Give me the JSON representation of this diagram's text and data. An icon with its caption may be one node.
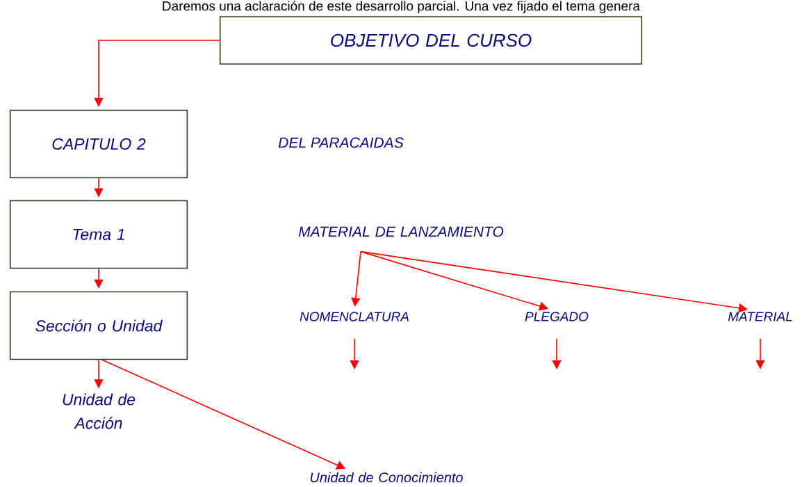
{
  "diagram": {
    "nodes": [
      {
        "text": [
          "OBJETIVO DEL CURSO"
        ]
      },
      {
        "text": [
          "CAPITULO 2"
        ]
      },
      {
        "text": [
          "Tema 1"
        ]
      },
      {
        "text": [
          "Sección o Unidad"
        ]
      },
      {
        "text": [
          "Unidad de Acción"
        ]
      },
      {
        "text": [
          "MATERIAL DE LANZAMIENTO"
        ]
      },
      {
        "text": [
          "NOMENCLATURA"
        ]
      },
      {
        "text": [
          "PLEGADO"
        ]
      },
      {
        "text": [
          "MATERIAL"
        ]
      },
      {
        "text": [
          "Unidad de Conocimiento"
        ]
      }
    ],
    "edges": [
      {
        "from": 0,
        "to": 1,
        "arrow": "to"
      },
      {
        "from": 1,
        "to": 2,
        "arrow": "to"
      },
      {
        "from": 2,
        "to": 3,
        "arrow": "to"
      },
      {
        "from": 3,
        "to": 4,
        "arrow": "to"
      },
      {
        "from": 3,
        "to": 9,
        "arrow": "to"
      },
      {
        "from": 5,
        "to": 6,
        "arrow": "to"
      },
      {
        "from": 5,
        "to": 7,
        "arrow": "to"
      },
      {
        "from": 5,
        "to": 8,
        "arrow": "to"
      },
      {
        "from": 6,
        "to": null,
        "arrow": "to"
      },
      {
        "from": 7,
        "to": null,
        "arrow": "to"
      },
      {
        "from": 8,
        "to": null,
        "arrow": "to"
      }
    ],
    "labels": [
      "Daremos una aclaración de este desarrollo parcial. Una vez fijado el tema genera",
      "DEL PARACAIDAS"
    ]
  }
}
